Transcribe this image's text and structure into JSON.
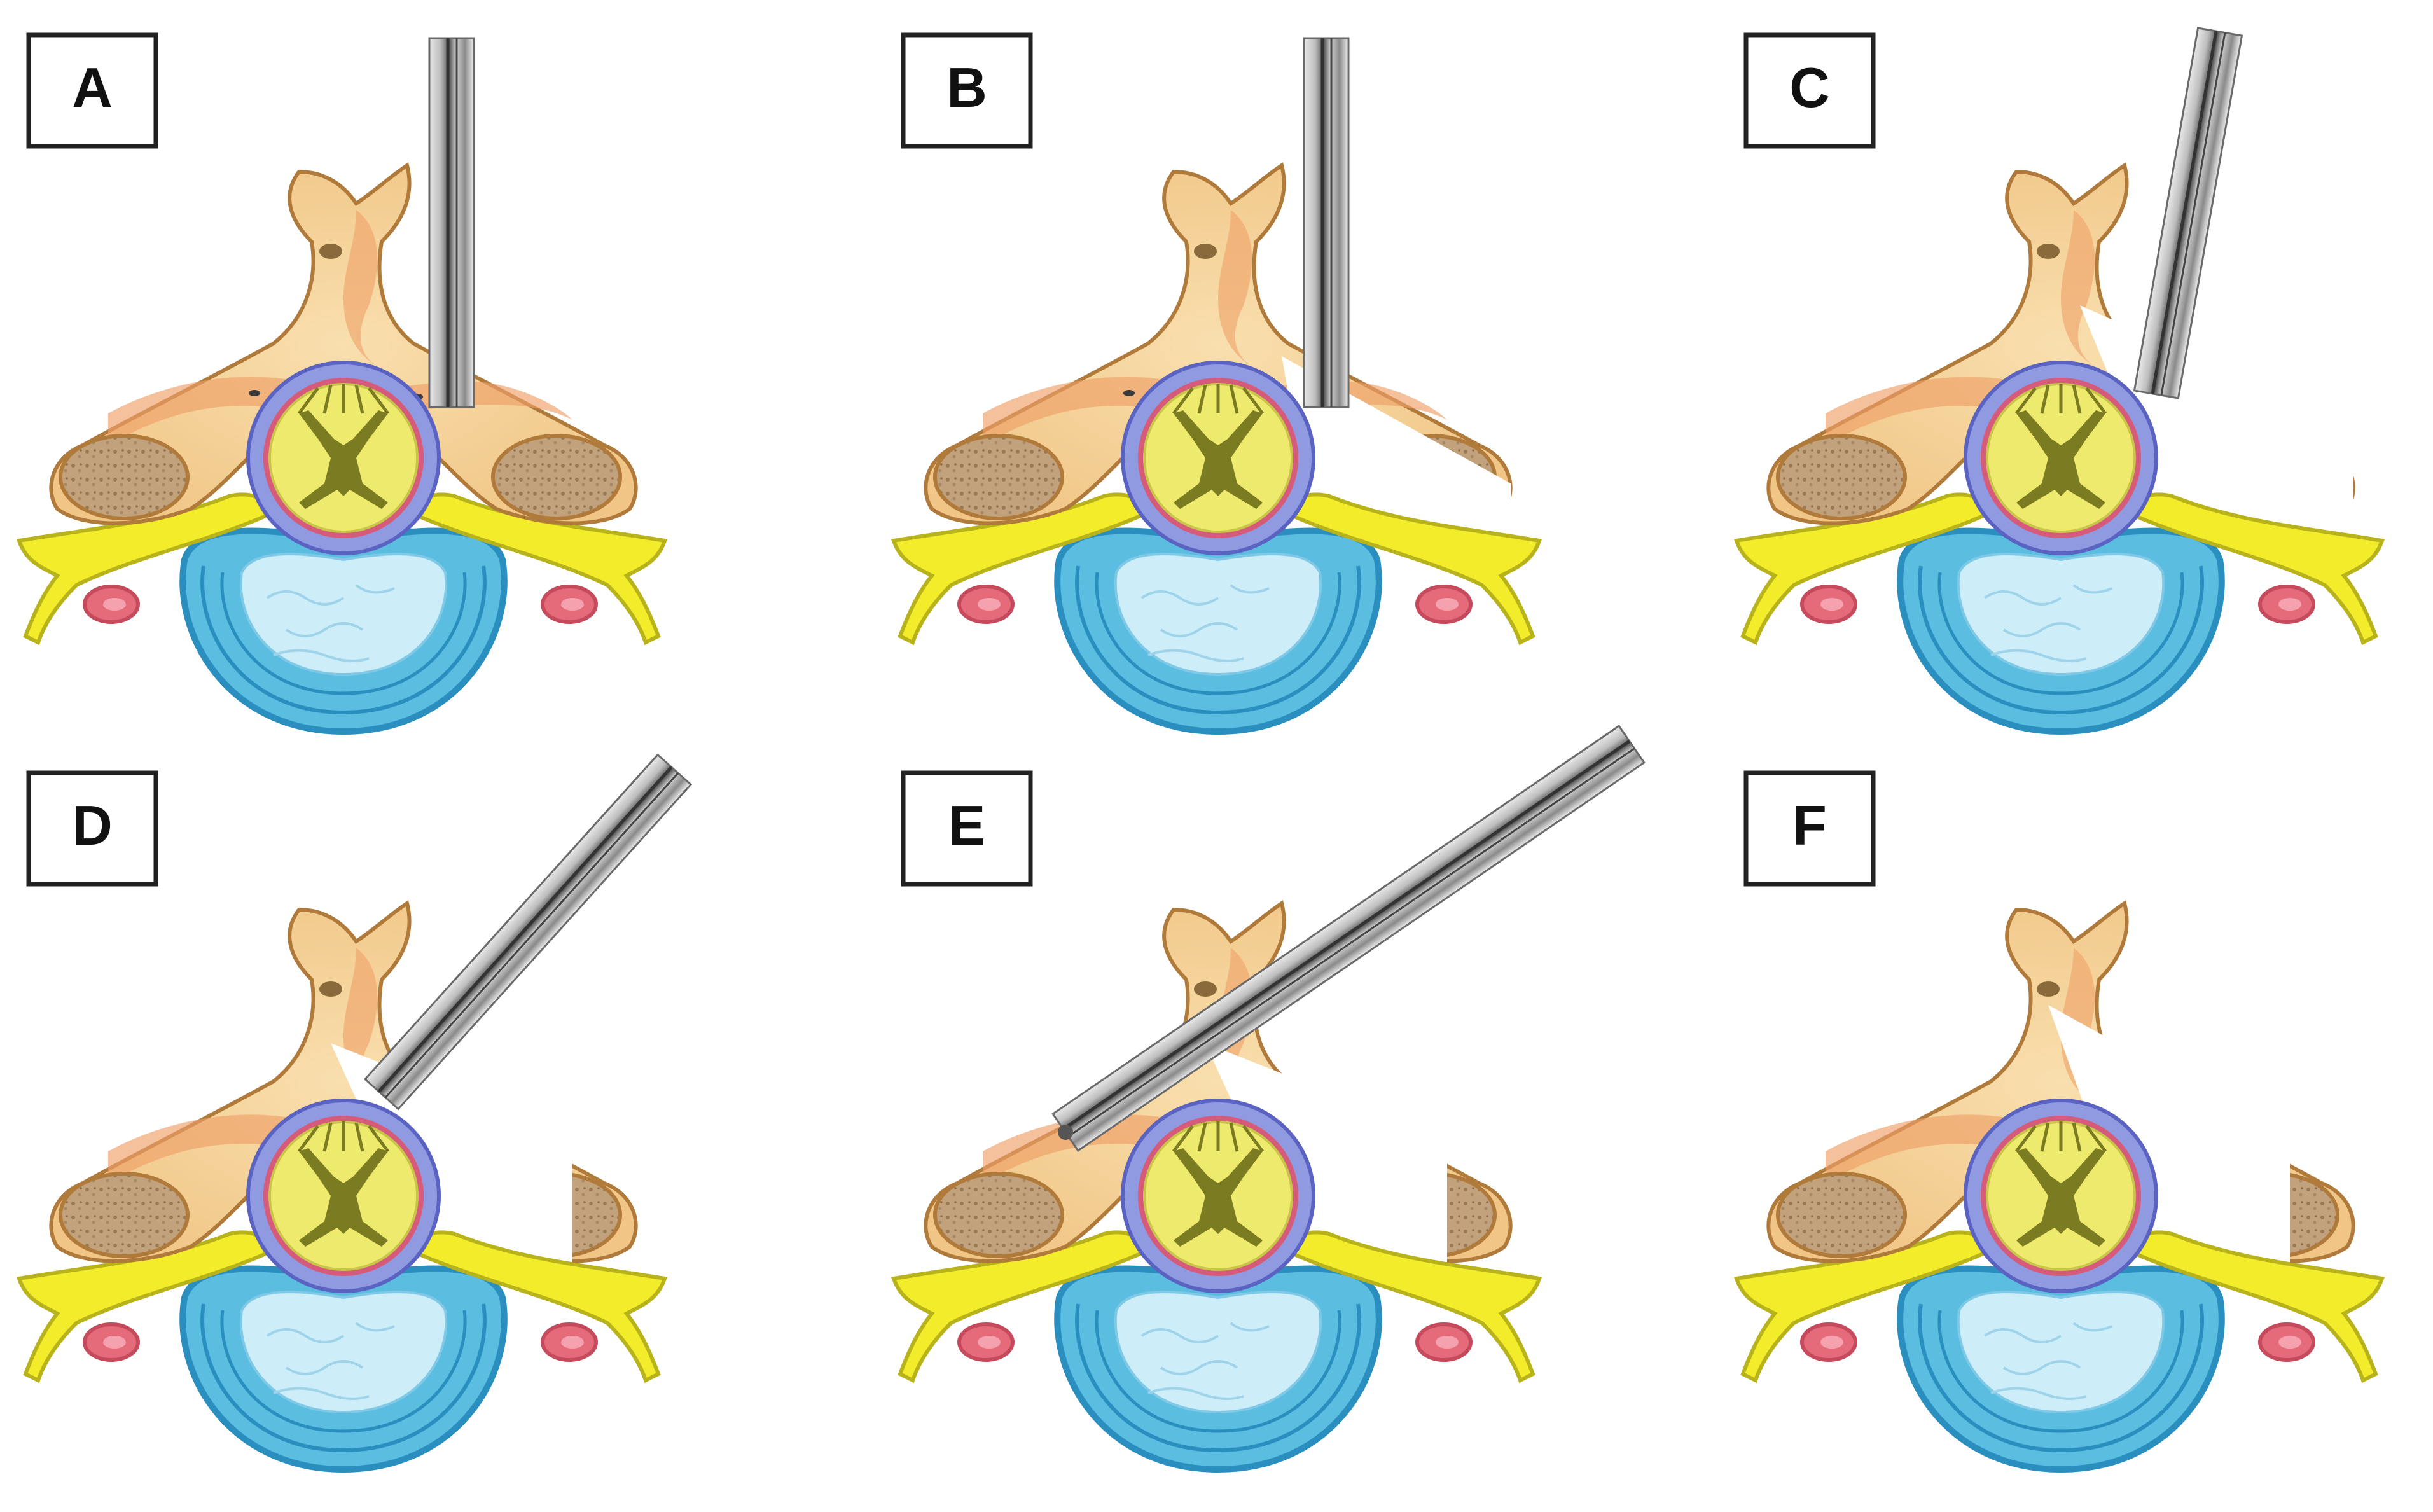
{
  "figure": {
    "panels": [
      {
        "label": "A",
        "bone": "intact",
        "tool": "needle-vertical"
      },
      {
        "label": "B",
        "bone": "facet-cut",
        "tool": "needle-vertical"
      },
      {
        "label": "C",
        "bone": "facet-removed",
        "tool": "needle-tilted"
      },
      {
        "label": "D",
        "bone": "lamina-removed",
        "tool": "needle-oblique"
      },
      {
        "label": "E",
        "bone": "lamina-removed",
        "tool": "drill-oblique-long"
      },
      {
        "label": "F",
        "bone": "hemilaminectomy",
        "tool": "none"
      }
    ],
    "colors": {
      "bone": "#f5d39a",
      "bone_shade": "#eea067",
      "bone_outline": "#b07a3b",
      "cancellous": "#b89772",
      "nerve": "#f2ec2a",
      "nerve_outline": "#b8b21b",
      "disc_outer": "#5bbde0",
      "disc_inner": "#cdeef8",
      "disc_outline": "#2a8fbf",
      "artery": "#e66b7a",
      "cord": "#eeea6e",
      "grey_matter": "#7b7b22",
      "dura": "#9aa2e8",
      "pia": "#d65a7a",
      "instrument": "#9a9a9a"
    }
  }
}
